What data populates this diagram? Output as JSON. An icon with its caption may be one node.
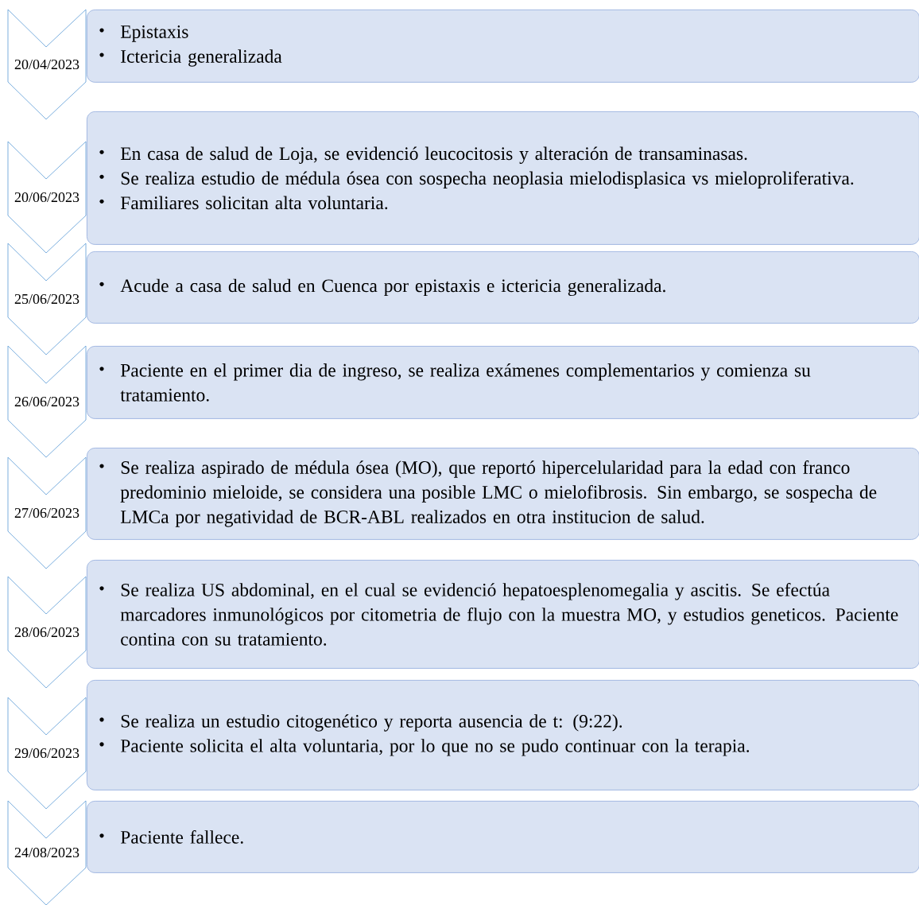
{
  "diagram": {
    "nodes": [
      {
        "text": [
          "20/04/2023"
        ]
      },
      {
        "text": [
          "Epistaxis",
          "Ictericia generalizada"
        ]
      },
      {
        "text": [
          "20/06/2023"
        ]
      },
      {
        "text": [
          "En casa de salud de Loja, se evidenció leucocitosis y alteración de transaminasas.",
          "Se realiza estudio de médula ósea con sospecha neoplasia mielodisplasica vs mieloproliferativa.",
          "Familiares solicitan alta voluntaria."
        ]
      },
      {
        "text": [
          "25/06/2023"
        ]
      },
      {
        "text": [
          "Acude a casa de salud en Cuenca por epistaxis e ictericia generalizada."
        ]
      },
      {
        "text": [
          "26/06/2023"
        ]
      },
      {
        "text": [
          "Paciente en el primer dia de ingreso, se realiza exámenes complementarios y comienza su tratamiento."
        ]
      },
      {
        "text": [
          "27/06/2023"
        ]
      },
      {
        "text": [
          "Se realiza aspirado de médula ósea (MO), que reportó hipercelularidad para la edad con franco predominio mieloide, se considera una posible LMC o mielofibrosis. Sin embargo, se sospecha de LMCa por negatividad de BCR-ABL realizados en otra institucion de salud."
        ]
      },
      {
        "text": [
          "28/06/2023"
        ]
      },
      {
        "text": [
          "Se realiza US abdominal, en el cual se evidenció hepatoesplenomegalia y ascitis. Se efectúa marcadores inmunológicos por citometria de flujo con la muestra MO, y estudios geneticos. Paciente contina con su tratamiento."
        ]
      },
      {
        "text": [
          "29/06/2023"
        ]
      },
      {
        "text": [
          "Se realiza un estudio citogenético y reporta ausencia de t: (9:22).",
          "Paciente solicita el alta voluntaria, por lo que no se pudo continuar con la terapia."
        ]
      },
      {
        "text": [
          "24/08/2023"
        ]
      },
      {
        "text": [
          "Paciente fallece."
        ]
      }
    ]
  }
}
